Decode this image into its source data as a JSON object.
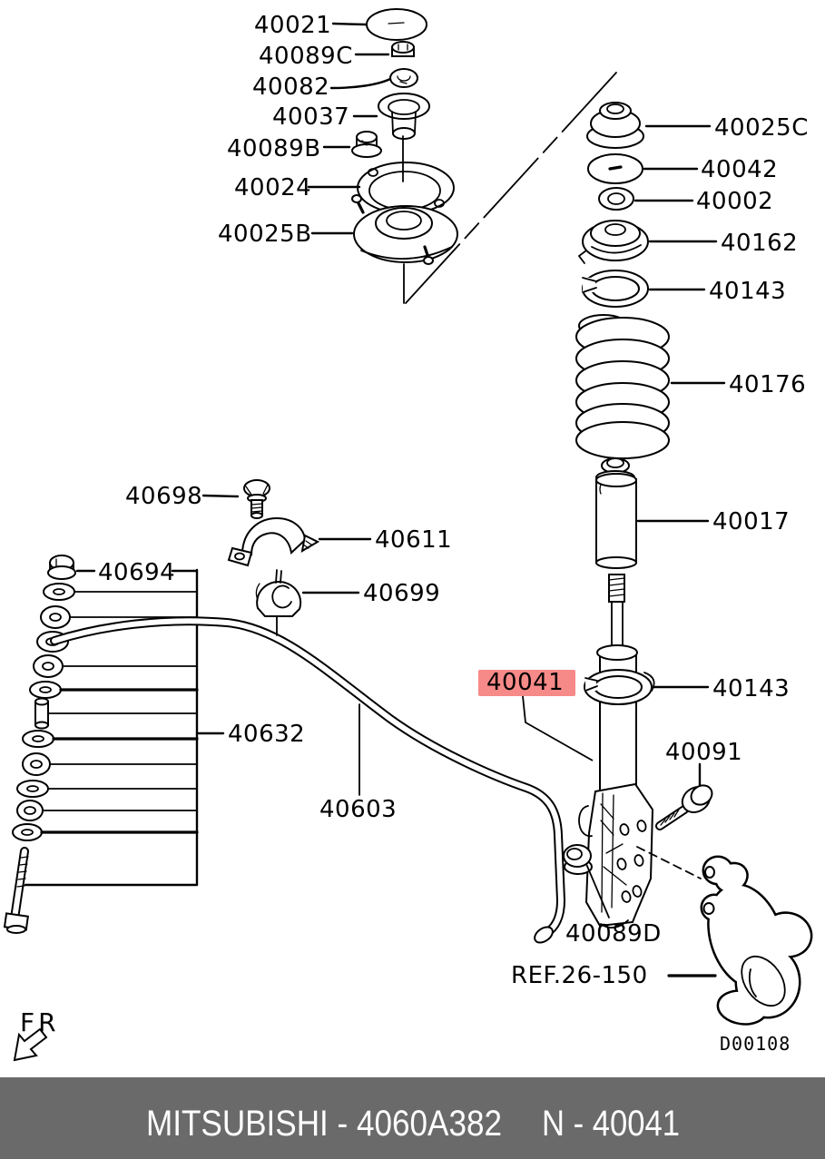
{
  "parts": {
    "p40021": "40021",
    "p40089C": "40089C",
    "p40082": "40082",
    "p40037": "40037",
    "p40089B": "40089B",
    "p40024": "40024",
    "p40025B": "40025B",
    "p40025C": "40025C",
    "p40042": "40042",
    "p40002": "40002",
    "p40162": "40162",
    "p40143": "40143",
    "p40176": "40176",
    "p40017": "40017",
    "p40041": "40041",
    "p40091": "40091",
    "p40089D": "40089D",
    "p40698": "40698",
    "p40611": "40611",
    "p40694": "40694",
    "p40699": "40699",
    "p40632": "40632",
    "p40603": "40603"
  },
  "annotations": {
    "ref": "REF.26-150",
    "drawing_code": "D00108",
    "front_marker": "FR"
  },
  "highlight": {
    "part": "40041",
    "bg": "#f68a88",
    "text": "#8e1212"
  },
  "footer": {
    "brand_part": "MITSUBISHI - 4060A382",
    "number": "N - 40041",
    "bg": "#6a6a6a",
    "text": "#ffffff"
  }
}
